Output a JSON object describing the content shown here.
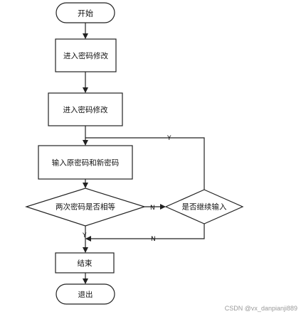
{
  "diagram": {
    "start": "开始",
    "step1": "进入密码修改",
    "step2": "进入密码修改",
    "input": "输入原密码和新密码",
    "decision_same": "两次密码是否相等",
    "decision_continue": "是否继续输入",
    "end_box": "结束",
    "exit": "退出",
    "edge_yes_loop": "Y",
    "edge_no_right": "N",
    "edge_yes_down": "Y",
    "edge_no_back": "N"
  },
  "watermark": "CSDN @vx_danpianji889"
}
